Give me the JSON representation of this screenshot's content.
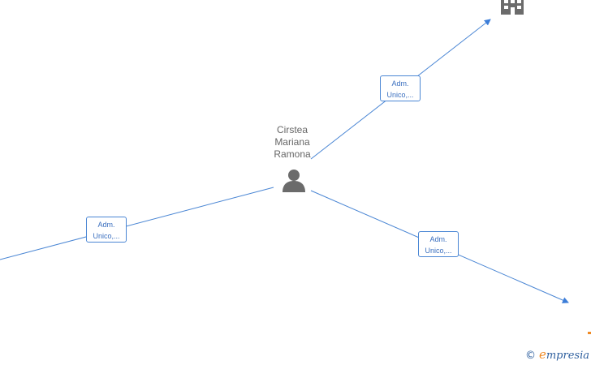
{
  "person": {
    "name_lines": [
      "Cirstea",
      "Mariana",
      "Ramona"
    ],
    "icon": "person-icon"
  },
  "relations": [
    {
      "label_lines": [
        "Adm.",
        "Unico,..."
      ],
      "target_icon": "building-icon"
    },
    {
      "label_lines": [
        "Adm.",
        "Unico,..."
      ],
      "target_icon": "none"
    },
    {
      "label_lines": [
        "Adm.",
        "Unico,..."
      ],
      "target_icon": "none"
    }
  ],
  "watermark": {
    "copyright": "©",
    "brand_initial": "e",
    "brand_rest": "mpresia"
  },
  "colors": {
    "edge": "#4a86d4",
    "icon": "#6b6b6b",
    "brand_orange": "#f08a24"
  }
}
